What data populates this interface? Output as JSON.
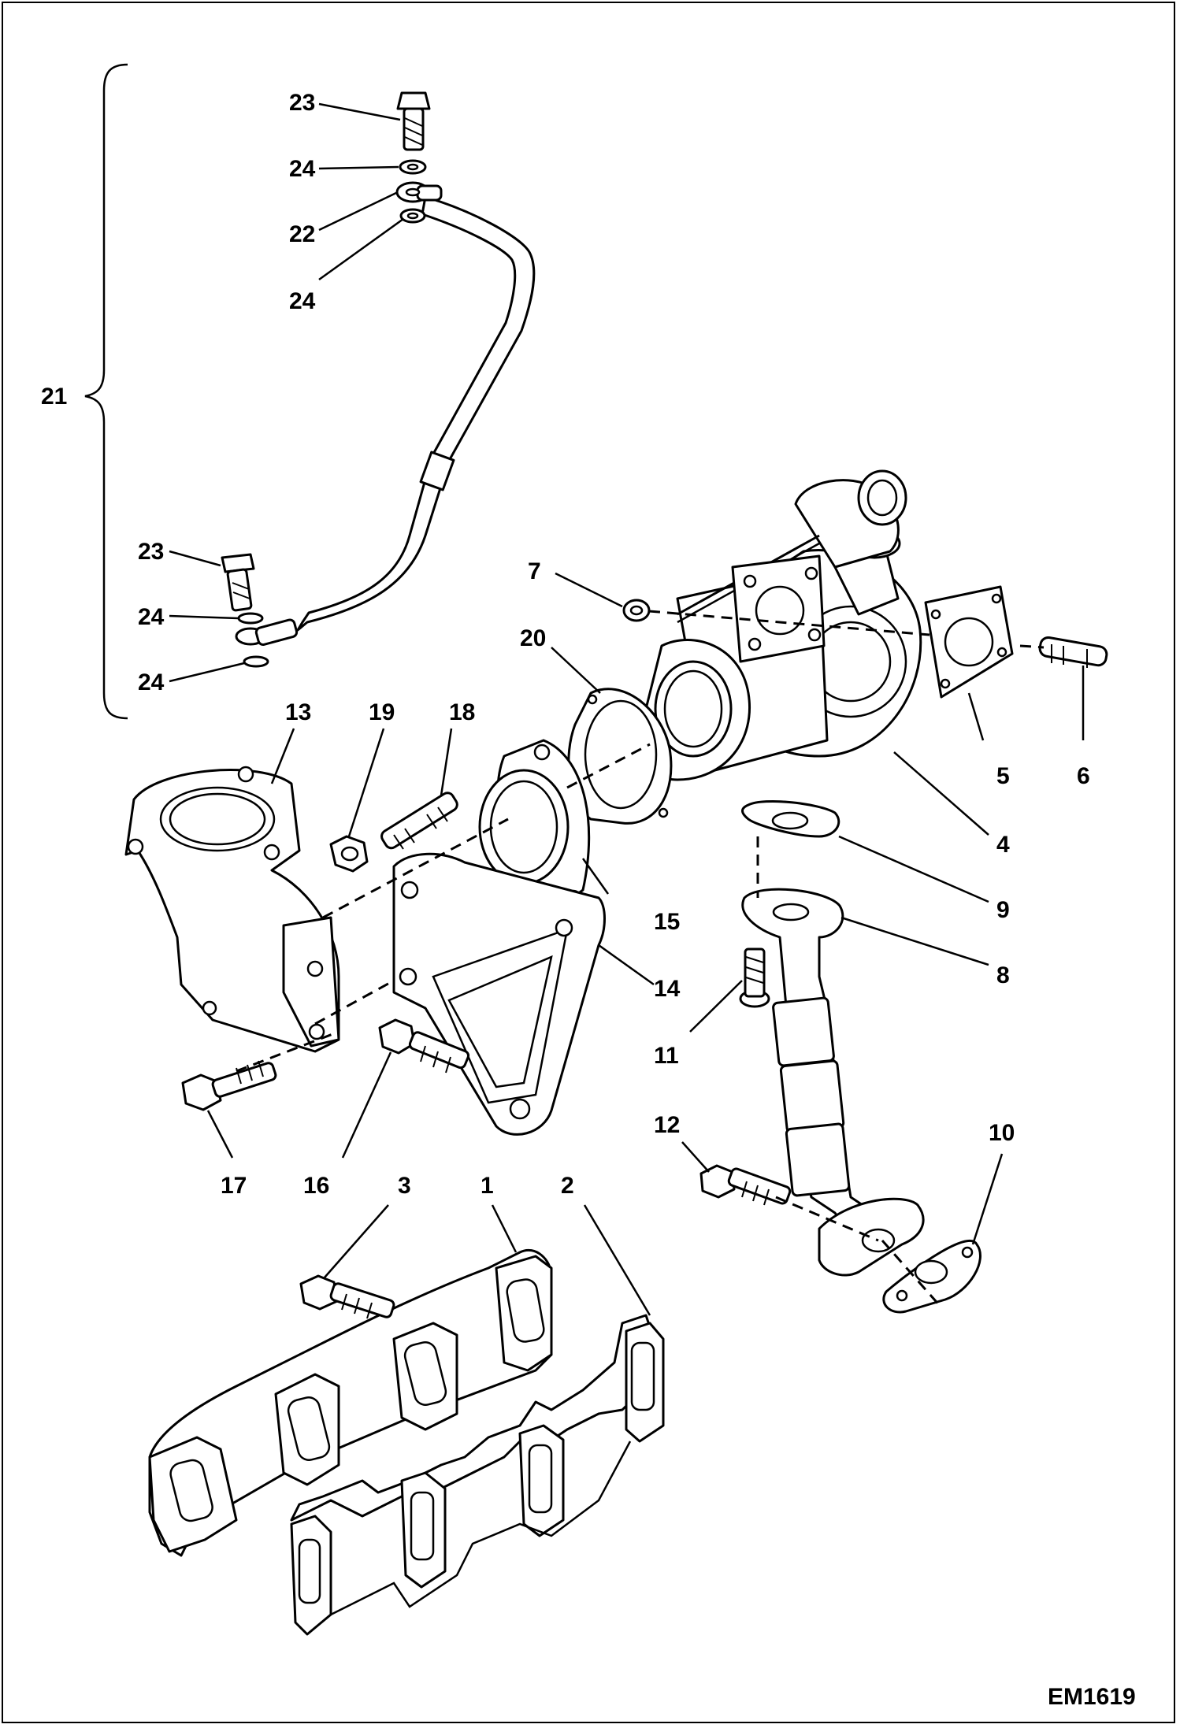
{
  "drawing_code": "EM1619",
  "labels": {
    "l1": "1",
    "l2": "2",
    "l3": "3",
    "l4": "4",
    "l5": "5",
    "l6": "6",
    "l7": "7",
    "l8": "8",
    "l9": "9",
    "l10": "10",
    "l11": "11",
    "l12": "12",
    "l13": "13",
    "l14": "14",
    "l15": "15",
    "l16": "16",
    "l17": "17",
    "l18": "18",
    "l19": "19",
    "l20": "20",
    "l21": "21",
    "l22": "22",
    "l23a": "23",
    "l23b": "23",
    "l24a": "24",
    "l24b": "24",
    "l24c": "24",
    "l24d": "24"
  }
}
